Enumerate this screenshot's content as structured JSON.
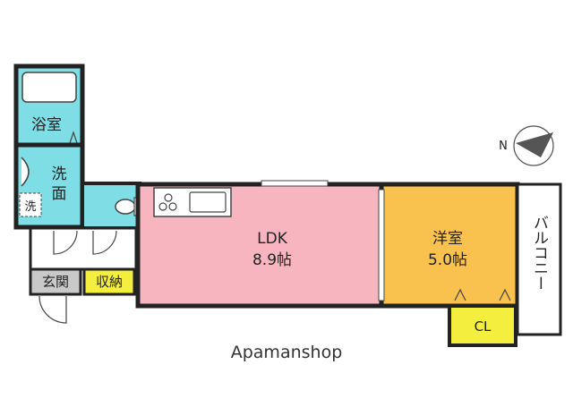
{
  "colors": {
    "bath_area": "#7fdde6",
    "ldk": "#f7b6bf",
    "western_room": "#f9c24f",
    "closet": "#f4ee3e",
    "storage": "#f4ee3e",
    "entrance": "#c9c9c9",
    "wall": "#222222"
  },
  "rooms": {
    "bath": "浴室",
    "washroom": "洗面",
    "washer": "洗",
    "ldk_name": "LDK",
    "ldk_size": "8.9帖",
    "western_name": "洋室",
    "western_size": "5.0帖",
    "closet": "CL",
    "storage": "収納",
    "entrance": "玄関",
    "balcony": "バルコニー"
  },
  "compass": {
    "north_label": "N",
    "icon": "compass-arrow-icon"
  },
  "watermark": "Apamanshop"
}
